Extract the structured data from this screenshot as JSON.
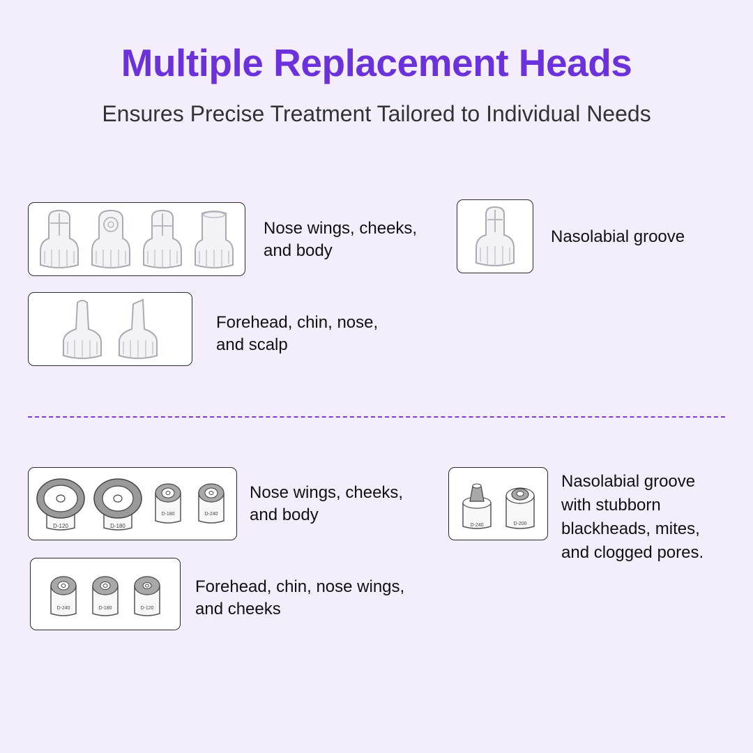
{
  "header": {
    "title": "Multiple Replacement Heads",
    "subtitle": "Ensures Precise Treatment Tailored to Individual Needs"
  },
  "top_section": {
    "group1": {
      "label": "Nose wings, cheeks,\nand body"
    },
    "group2": {
      "label": "Nasolabial groove"
    },
    "group3": {
      "label": "Forehead, chin, nose,\n and scalp"
    }
  },
  "bottom_section": {
    "group1": {
      "label": "Nose wings, cheeks,\nand body",
      "codes": [
        "D-120",
        "D-180",
        "D-180",
        "D-240"
      ]
    },
    "group2": {
      "label": "Nasolabial groove\nwith stubborn\nblackheads, mites,\nand clogged pores.",
      "codes": [
        "D-240",
        "D-200"
      ]
    },
    "group3": {
      "label": "Forehead, chin, nose wings,\nand cheeks",
      "codes": [
        "D-240",
        "D-180",
        "D-120"
      ]
    }
  }
}
